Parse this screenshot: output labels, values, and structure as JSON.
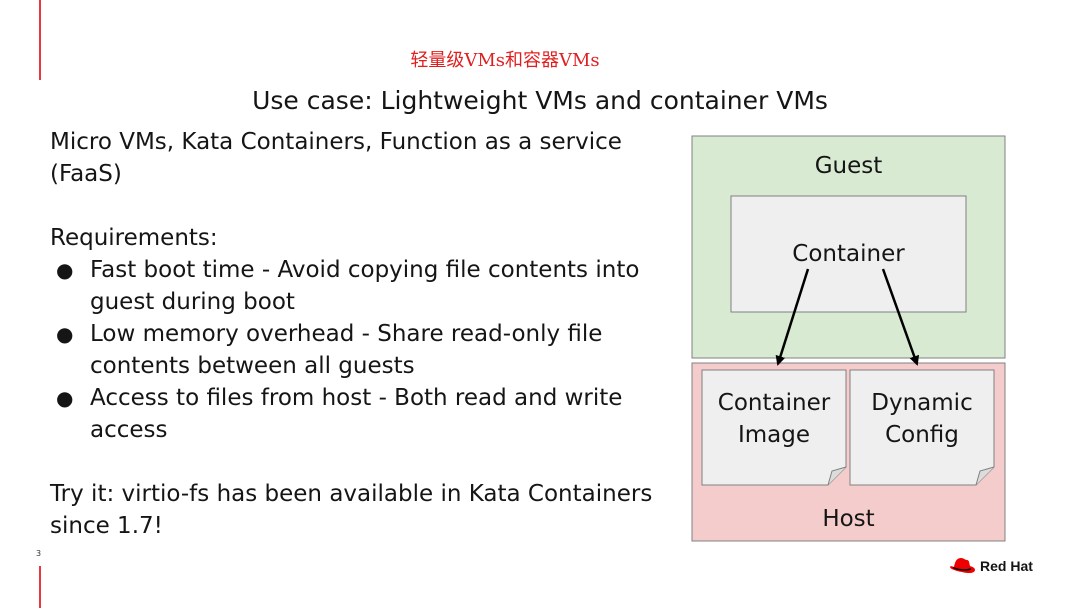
{
  "header": {
    "cn_title": "轻量级VMs和容器VMs",
    "title": "Use case: Lightweight VMs and container VMs"
  },
  "body": {
    "intro_line1": "Micro VMs, Kata Containers, Function as a service",
    "intro_line2": "(FaaS)",
    "requirements_heading": "Requirements:",
    "bullets": [
      {
        "line1": "Fast boot time - Avoid copying file contents into",
        "line2": "guest during boot"
      },
      {
        "line1": "Low memory overhead - Share read-only file",
        "line2": "contents between all guests"
      },
      {
        "line1": "Access to files from host - Both read and write",
        "line2": "access"
      }
    ],
    "try_line1": "Try it: virtio-fs has been available in Kata Containers",
    "try_line2": "since 1.7!"
  },
  "diagram": {
    "guest_label": "Guest",
    "container_label": "Container",
    "container_image_line1": "Container",
    "container_image_line2": "Image",
    "dynamic_config_line1": "Dynamic",
    "dynamic_config_line2": "Config",
    "host_label": "Host",
    "colors": {
      "guest_fill": "#d9ead3",
      "host_fill": "#f4cccc",
      "inner_fill": "#efefef",
      "border": "#808080"
    }
  },
  "footer": {
    "page_number": "3",
    "logo_text": "Red Hat",
    "logo_icon": "red-hat-fedora-icon"
  }
}
